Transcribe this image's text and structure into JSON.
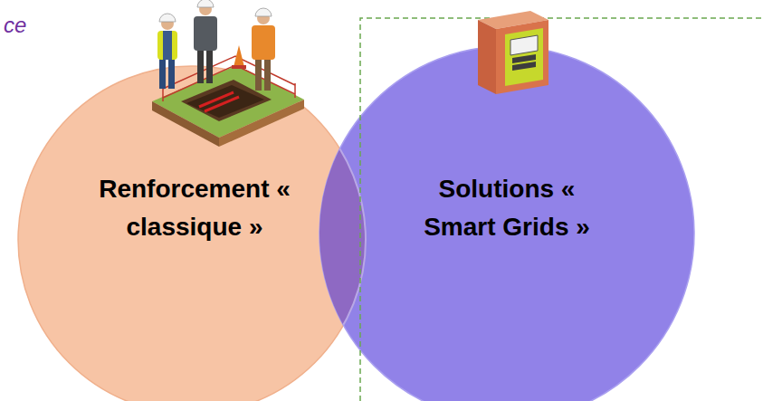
{
  "diagram": {
    "nodes": [
      {
        "text": [
          "Renforcement « classique »"
        ]
      },
      {
        "text": [
          "Solutions « Smart Grids »"
        ]
      }
    ],
    "labels": [
      "ce"
    ]
  }
}
